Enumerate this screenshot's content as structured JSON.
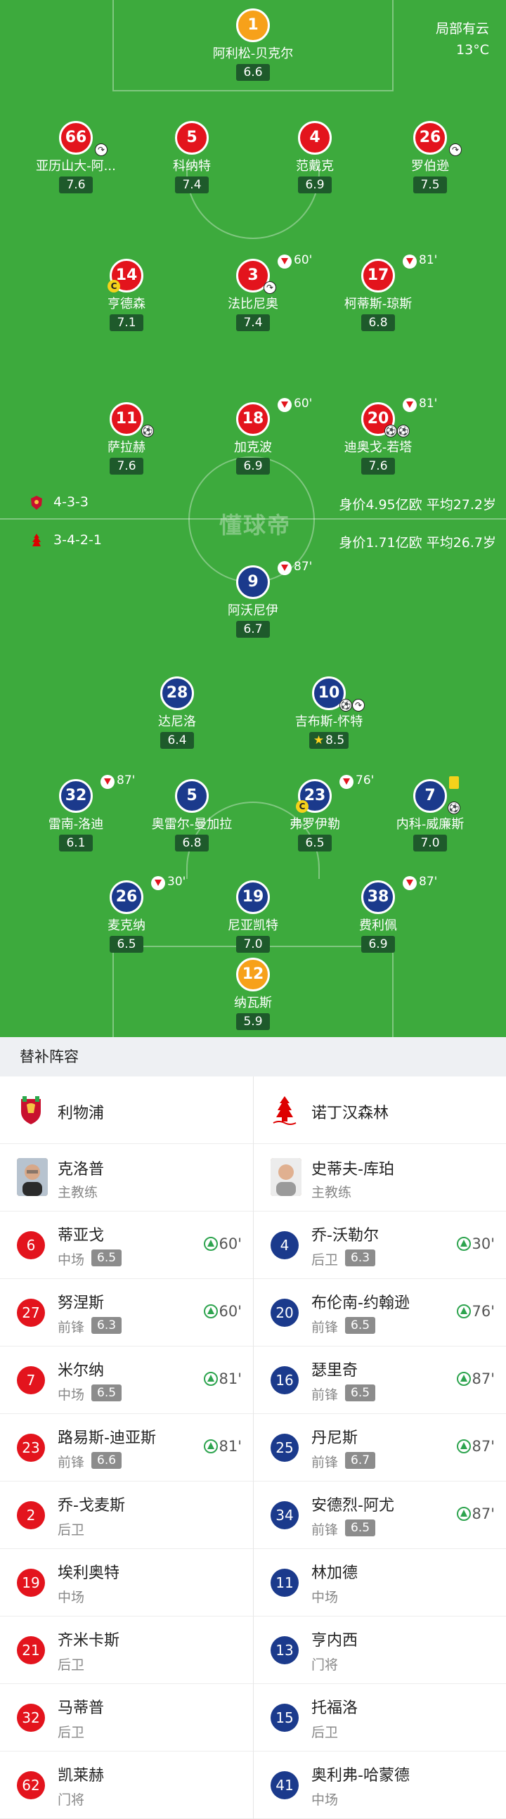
{
  "weather": {
    "label": "局部有云",
    "temp": "13°C"
  },
  "watermark": "懂球帝",
  "home": {
    "formation": "4-3-3",
    "stats": "身价4.95亿欧  平均27.2岁",
    "players": [
      {
        "num": "1",
        "name": "阿利松-贝克尔",
        "rating": "6.6"
      },
      {
        "num": "66",
        "name": "亚历山大-阿...",
        "rating": "7.6"
      },
      {
        "num": "5",
        "name": "科纳特",
        "rating": "7.4"
      },
      {
        "num": "4",
        "name": "范戴克",
        "rating": "6.9"
      },
      {
        "num": "26",
        "name": "罗伯逊",
        "rating": "7.5"
      },
      {
        "num": "14",
        "name": "亨德森",
        "rating": "7.1"
      },
      {
        "num": "3",
        "name": "法比尼奥",
        "rating": "7.4",
        "sub": "60'"
      },
      {
        "num": "17",
        "name": "柯蒂斯-琼斯",
        "rating": "6.8",
        "sub": "81'"
      },
      {
        "num": "11",
        "name": "萨拉赫",
        "rating": "7.6"
      },
      {
        "num": "18",
        "name": "加克波",
        "rating": "6.9",
        "sub": "60'"
      },
      {
        "num": "20",
        "name": "迪奥戈-若塔",
        "rating": "7.6",
        "sub": "81'"
      }
    ]
  },
  "away": {
    "formation": "3-4-2-1",
    "stats": "身价1.71亿欧  平均26.7岁",
    "players": [
      {
        "num": "9",
        "name": "阿沃尼伊",
        "rating": "6.7",
        "sub": "87'"
      },
      {
        "num": "28",
        "name": "达尼洛",
        "rating": "6.4"
      },
      {
        "num": "10",
        "name": "吉布斯-怀特",
        "rating": "8.5"
      },
      {
        "num": "32",
        "name": "雷南-洛迪",
        "rating": "6.1",
        "sub": "87'"
      },
      {
        "num": "5",
        "name": "奥雷尔-曼加拉",
        "rating": "6.8"
      },
      {
        "num": "23",
        "name": "弗罗伊勒",
        "rating": "6.5",
        "sub": "76'"
      },
      {
        "num": "7",
        "name": "内科-威廉斯",
        "rating": "7.0"
      },
      {
        "num": "26",
        "name": "麦克纳",
        "rating": "6.5",
        "sub": "30'"
      },
      {
        "num": "19",
        "name": "尼亚凯特",
        "rating": "7.0"
      },
      {
        "num": "38",
        "name": "费利佩",
        "rating": "6.9",
        "sub": "87'"
      },
      {
        "num": "12",
        "name": "纳瓦斯",
        "rating": "5.9"
      }
    ]
  },
  "subs": {
    "title": "替补阵容",
    "left": {
      "team": "利物浦",
      "coach": {
        "name": "克洛普",
        "role": "主教练"
      },
      "players": [
        {
          "num": "6",
          "name": "蒂亚戈",
          "pos": "中场",
          "rating": "6.5",
          "in": "60'"
        },
        {
          "num": "27",
          "name": "努涅斯",
          "pos": "前锋",
          "rating": "6.3",
          "in": "60'"
        },
        {
          "num": "7",
          "name": "米尔纳",
          "pos": "中场",
          "rating": "6.5",
          "in": "81'"
        },
        {
          "num": "23",
          "name": "路易斯-迪亚斯",
          "pos": "前锋",
          "rating": "6.6",
          "in": "81'"
        },
        {
          "num": "2",
          "name": "乔-戈麦斯",
          "pos": "后卫"
        },
        {
          "num": "19",
          "name": "埃利奥特",
          "pos": "中场"
        },
        {
          "num": "21",
          "name": "齐米卡斯",
          "pos": "后卫"
        },
        {
          "num": "32",
          "name": "马蒂普",
          "pos": "后卫"
        },
        {
          "num": "62",
          "name": "凯莱赫",
          "pos": "门将"
        }
      ]
    },
    "right": {
      "team": "诺丁汉森林",
      "coach": {
        "name": "史蒂夫-库珀",
        "role": "主教练"
      },
      "players": [
        {
          "num": "4",
          "name": "乔-沃勒尔",
          "pos": "后卫",
          "rating": "6.3",
          "in": "30'"
        },
        {
          "num": "20",
          "name": "布伦南-约翰逊",
          "pos": "前锋",
          "rating": "6.5",
          "in": "76'"
        },
        {
          "num": "16",
          "name": "瑟里奇",
          "pos": "前锋",
          "rating": "6.5",
          "in": "87'"
        },
        {
          "num": "25",
          "name": "丹尼斯",
          "pos": "前锋",
          "rating": "6.7",
          "in": "87'"
        },
        {
          "num": "34",
          "name": "安德烈-阿尤",
          "pos": "前锋",
          "rating": "6.5",
          "in": "87'"
        },
        {
          "num": "11",
          "name": "林加德",
          "pos": "中场"
        },
        {
          "num": "13",
          "name": "亨内西",
          "pos": "门将"
        },
        {
          "num": "15",
          "name": "托福洛",
          "pos": "后卫"
        },
        {
          "num": "41",
          "name": "奥利弗-哈蒙德",
          "pos": "中场"
        }
      ]
    }
  },
  "colors": {
    "pitch": "#3daa3d",
    "home": "#e3141d",
    "away": "#1b3a8c",
    "keeper": "#f7a11a",
    "sub_in": "#2ea44f"
  }
}
